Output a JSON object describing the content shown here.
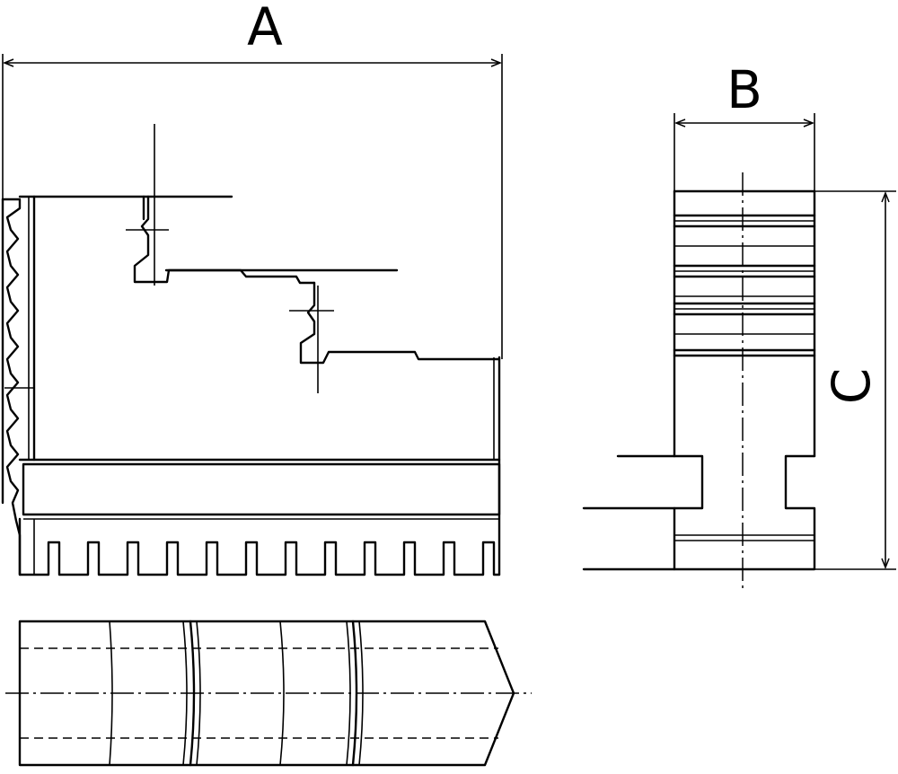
{
  "labels": {
    "dim_a": "A",
    "dim_b": "B",
    "dim_c": "C"
  },
  "colors": {
    "line": "#000000",
    "background": "#ffffff"
  }
}
